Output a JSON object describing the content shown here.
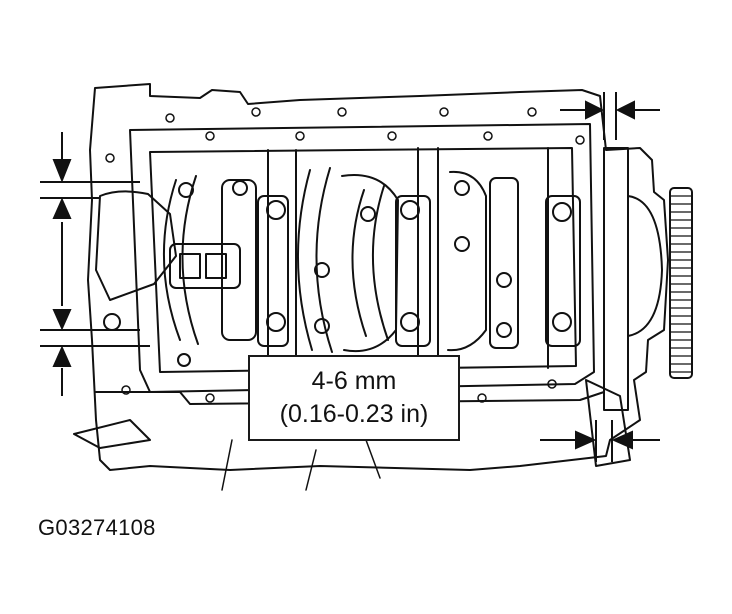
{
  "callout": {
    "line1": "4-6 mm",
    "line2": "(0.16-0.23 in)"
  },
  "figure_id": "G03274108",
  "colors": {
    "ink": "#111111",
    "background": "#ffffff"
  }
}
